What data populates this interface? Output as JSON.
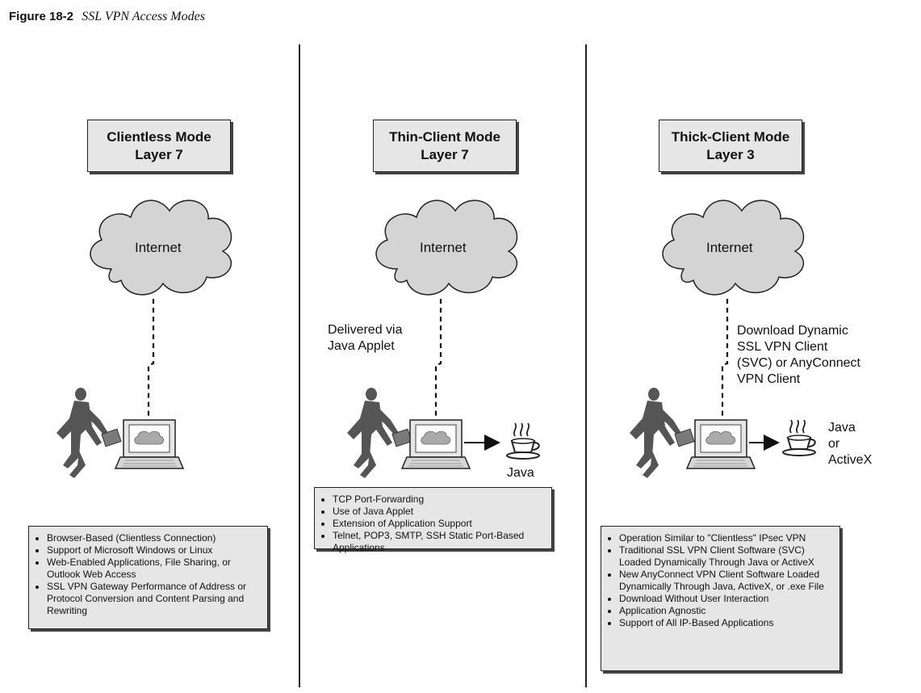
{
  "figure": {
    "number": "Figure 18-2",
    "title": "SSL VPN Access Modes"
  },
  "panels": [
    {
      "mode": "Clientless Mode",
      "layer": "Layer 7",
      "cloud_label": "Internet",
      "delivery": [],
      "plugin": [],
      "features": [
        "Browser-Based (Clientless Connection)",
        "Support of Microsoft Windows or Linux",
        "Web-Enabled Applications, File Sharing, or Outlook Web Access",
        "SSL VPN Gateway Performance of Address or Protocol Conversion and Content Parsing and Rewriting"
      ]
    },
    {
      "mode": "Thin-Client Mode",
      "layer": "Layer 7",
      "cloud_label": "Internet",
      "delivery": [
        "Delivered via",
        "Java Applet"
      ],
      "plugin": [
        "Java"
      ],
      "features": [
        "TCP Port-Forwarding",
        "Use of Java Applet",
        "Extension of Application Support",
        "Telnet, POP3, SMTP, SSH Static Port-Based Applications"
      ]
    },
    {
      "mode": "Thick-Client Mode",
      "layer": "Layer 3",
      "cloud_label": "Internet",
      "delivery": [
        "Download Dynamic",
        "SSL VPN Client",
        "(SVC) or AnyConnect",
        "VPN Client"
      ],
      "plugin": [
        "Java",
        "or",
        "ActiveX"
      ],
      "features": [
        "Operation Similar to \"Clientless\" IPsec VPN",
        "Traditional SSL VPN Client Software (SVC) Loaded Dynamically Through Java or ActiveX",
        "New AnyConnect VPN Client Software Loaded Dynamically Through Java, ActiveX, or .exe File",
        "Download Without User Interaction",
        "Application Agnostic",
        "Support of All IP-Based Applications"
      ]
    }
  ]
}
